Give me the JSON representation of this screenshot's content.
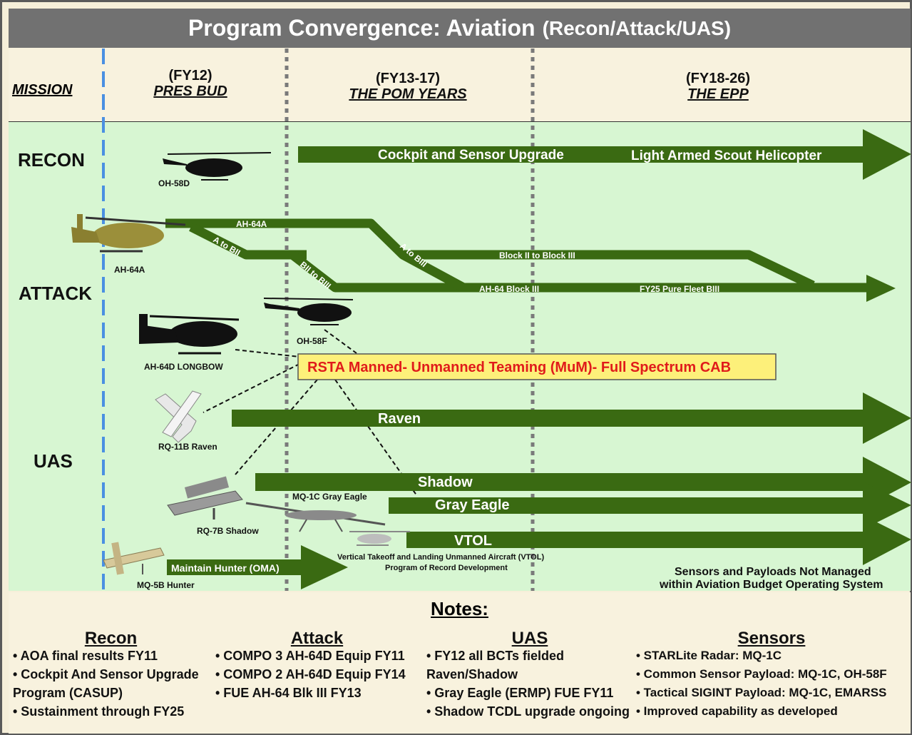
{
  "title": {
    "main": "Program Convergence:  Aviation",
    "sub": "(Recon/Attack/UAS)"
  },
  "header": {
    "mission": "MISSION",
    "col1": {
      "years": "(FY12)",
      "label": "PRES BUD"
    },
    "col2": {
      "years": "(FY13-17)",
      "label": "THE POM YEARS"
    },
    "col3": {
      "years": "(FY18-26)",
      "label": "THE EPP"
    }
  },
  "rows": {
    "recon": "RECON",
    "attack": "ATTACK",
    "uas": "UAS"
  },
  "aircraft": {
    "oh58d": "OH-58D",
    "ah64a": "AH-64A",
    "oh58f": "OH-58F",
    "ah64d": "AH-64D LONGBOW",
    "raven": "RQ-11B Raven",
    "gray_eagle": "MQ-1C Gray Eagle",
    "shadow": "RQ-7B Shadow",
    "hunter": "MQ-5B Hunter"
  },
  "arrows": {
    "cockpit": "Cockpit and Sensor Upgrade",
    "scout": "Light Armed Scout Helicopter",
    "ah64a": "AH-64A",
    "a_to_bii": "A to BII",
    "a_to_biii": "A to BIII",
    "bii_to_biii": "BII to BIII",
    "block2_3": "Block II to Block III",
    "block3": "AH-64 Block III",
    "fy25": "FY25 Pure Fleet BIII",
    "raven": "Raven",
    "shadow": "Shadow",
    "gray_eagle": "Gray Eagle",
    "vtol": "VTOL",
    "hunter": "Maintain Hunter (OMA)"
  },
  "rsta": "RSTA  Manned- Unmanned Teaming (MuM)- Full Spectrum CAB",
  "vtol_note": {
    "line1": "Vertical Takeoff and Landing Unmanned Aircraft (VTOL)",
    "line2": "Program of Record Development"
  },
  "sensors_note": {
    "line1": "Sensors and Payloads Not Managed",
    "line2": "within Aviation Budget Operating System"
  },
  "notes": {
    "title": "Notes:",
    "recon": {
      "heading": "Recon",
      "lines": [
        "• AOA final results FY11",
        "• Cockpit And Sensor Upgrade",
        "Program (CASUP)",
        "• Sustainment through FY25"
      ]
    },
    "attack": {
      "heading": "Attack",
      "lines": [
        "• COMPO 3 AH-64D Equip FY11",
        "• COMPO 2 AH-64D Equip FY14",
        "• FUE AH-64 Blk III FY13"
      ]
    },
    "uas": {
      "heading": "UAS",
      "lines": [
        "• FY12 all BCTs fielded",
        "Raven/Shadow",
        "• Gray Eagle (ERMP) FUE FY11",
        "• Shadow TCDL upgrade ongoing"
      ]
    },
    "sensors": {
      "heading": "Sensors",
      "lines": [
        "• STARLite Radar: MQ-1C",
        "• Common Sensor Payload: MQ-1C, OH-58F",
        "• Tactical SIGINT Payload: MQ-1C, EMARSS",
        "• Improved capability as developed"
      ]
    }
  },
  "colors": {
    "arrow": "#3a6a12",
    "title_bg": "#717171",
    "main_bg": "#d7f6d2",
    "rsta_bg": "#fdf07a",
    "rsta_text": "#e01b1b"
  }
}
